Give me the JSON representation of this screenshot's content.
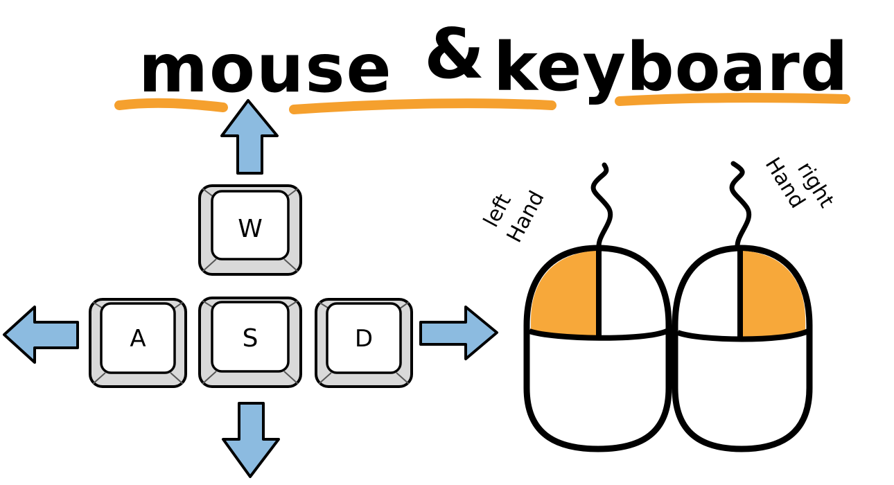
{
  "title": {
    "word_left": "mouse",
    "ampersand": "&",
    "word_right": "keyboard"
  },
  "keys": {
    "w": "W",
    "a": "A",
    "s": "S",
    "d": "D"
  },
  "mice": {
    "left_label_line1": "left",
    "left_label_line2": "Hand",
    "right_label_line1": "right",
    "right_label_line2": "Hand"
  },
  "colors": {
    "arrow_fill": "#8cbbe0",
    "key_fill": "#d9d9d9",
    "key_top": "#ffffff",
    "accent_orange": "#f7a83a",
    "underline_orange": "#f5a02e",
    "ink": "#000000"
  },
  "icons": [
    "arrow-up-icon",
    "arrow-down-icon",
    "arrow-left-icon",
    "arrow-right-icon",
    "mouse-icon"
  ]
}
